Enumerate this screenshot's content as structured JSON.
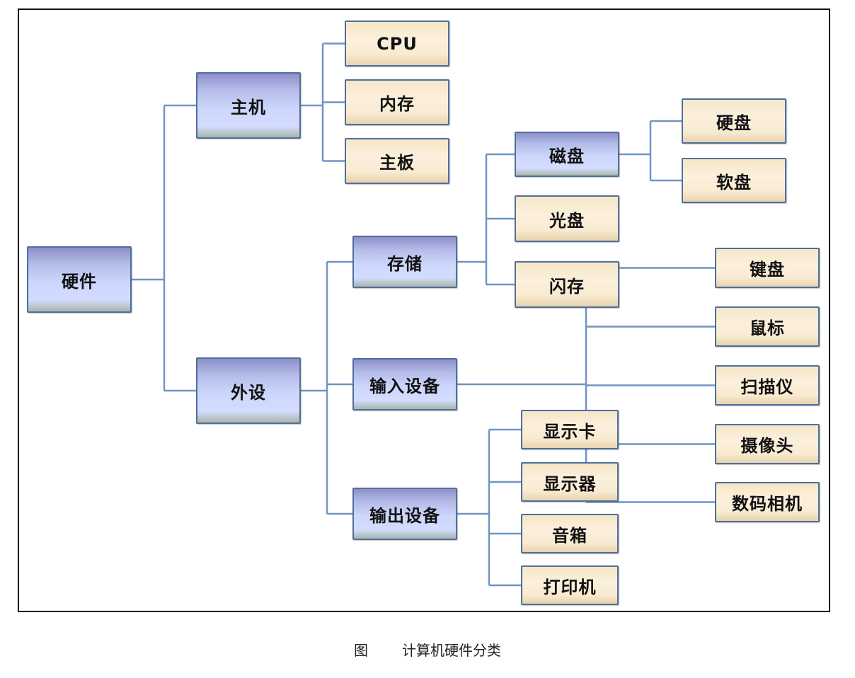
{
  "diagram": {
    "title": "计算机硬件分类",
    "caption": {
      "prefix": "图",
      "text": "计算机硬件分类"
    },
    "colors": {
      "connector": "#6f95c4",
      "node_border": "#4f6f9c",
      "category_fill": "#ccd7fb",
      "leaf_fill": "#fbf0dc",
      "frame": "#111111"
    },
    "nodes": {
      "hardware": {
        "label": "硬件",
        "kind": "category"
      },
      "host": {
        "label": "主机",
        "kind": "category"
      },
      "cpu": {
        "label": "CPU",
        "kind": "leaf"
      },
      "memory": {
        "label": "内存",
        "kind": "leaf"
      },
      "motherboard": {
        "label": "主板",
        "kind": "leaf"
      },
      "peripheral": {
        "label": "外设",
        "kind": "category"
      },
      "storage": {
        "label": "存储",
        "kind": "category"
      },
      "magnetic_disk": {
        "label": "磁盘",
        "kind": "category"
      },
      "hard_disk": {
        "label": "硬盘",
        "kind": "leaf"
      },
      "floppy_disk": {
        "label": "软盘",
        "kind": "leaf"
      },
      "optical_disk": {
        "label": "光盘",
        "kind": "leaf"
      },
      "flash_memory": {
        "label": "闪存",
        "kind": "leaf"
      },
      "input_devices": {
        "label": "输入设备",
        "kind": "category"
      },
      "keyboard": {
        "label": "键盘",
        "kind": "leaf"
      },
      "mouse": {
        "label": "鼠标",
        "kind": "leaf"
      },
      "scanner": {
        "label": "扫描仪",
        "kind": "leaf"
      },
      "camera": {
        "label": "摄像头",
        "kind": "leaf"
      },
      "digital_camera": {
        "label": "数码相机",
        "kind": "leaf"
      },
      "output_devices": {
        "label": "输出设备",
        "kind": "category"
      },
      "graphics_card": {
        "label": "显示卡",
        "kind": "leaf"
      },
      "monitor": {
        "label": "显示器",
        "kind": "leaf"
      },
      "speaker": {
        "label": "音箱",
        "kind": "leaf"
      },
      "printer": {
        "label": "打印机",
        "kind": "leaf"
      }
    },
    "edges": [
      [
        "hardware",
        "host"
      ],
      [
        "hardware",
        "peripheral"
      ],
      [
        "host",
        "cpu"
      ],
      [
        "host",
        "memory"
      ],
      [
        "host",
        "motherboard"
      ],
      [
        "peripheral",
        "storage"
      ],
      [
        "peripheral",
        "input_devices"
      ],
      [
        "peripheral",
        "output_devices"
      ],
      [
        "storage",
        "magnetic_disk"
      ],
      [
        "storage",
        "optical_disk"
      ],
      [
        "storage",
        "flash_memory"
      ],
      [
        "magnetic_disk",
        "hard_disk"
      ],
      [
        "magnetic_disk",
        "floppy_disk"
      ],
      [
        "input_devices",
        "keyboard"
      ],
      [
        "input_devices",
        "mouse"
      ],
      [
        "input_devices",
        "scanner"
      ],
      [
        "input_devices",
        "camera"
      ],
      [
        "input_devices",
        "digital_camera"
      ],
      [
        "output_devices",
        "graphics_card"
      ],
      [
        "output_devices",
        "monitor"
      ],
      [
        "output_devices",
        "speaker"
      ],
      [
        "output_devices",
        "printer"
      ]
    ]
  }
}
